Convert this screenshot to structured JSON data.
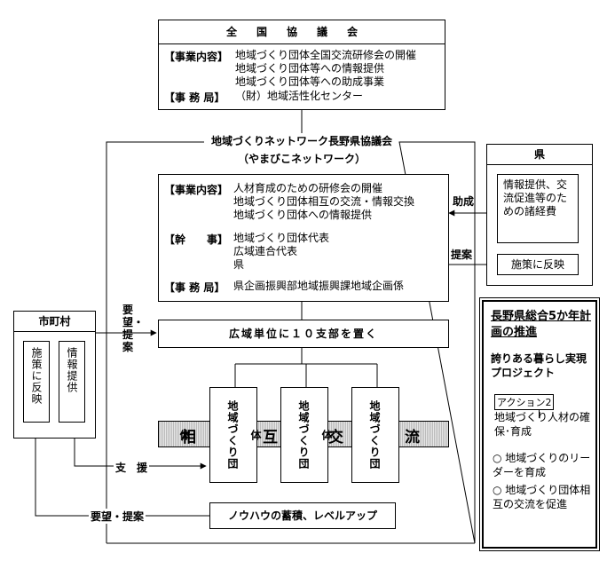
{
  "national": {
    "title": "全国協議会",
    "business_label": "【事業内容】",
    "business_items": [
      "地域づくり団体全国交流研修会の開催",
      "地域づくり団体等への情報提供",
      "地域づくり団体等への助成事業"
    ],
    "office_label": "【事 務 局】",
    "office_value": "（財）地域活性化センター"
  },
  "network": {
    "title": "地域づくりネットワーク長野県協議会",
    "subtitle": "（やまびこネットワーク）",
    "business_label": "【事業内容】",
    "business_items": [
      "人材育成のための研修会の開催",
      "地域づくり団体相互の交流・情報交換",
      "地域づくり団体への情報提供"
    ],
    "officers_label": "【幹　　事】",
    "officers_items": [
      "地域づくり団体代表",
      "広域連合代表",
      "県"
    ],
    "office_label": "【事 務 局】",
    "office_value": "県企画振興部地域振興課地域企画係"
  },
  "prefecture": {
    "title": "県",
    "support_box": "情報提供、交流促進等のための諸経費",
    "policy_box": "施策に反映",
    "grant_label": "助成",
    "proposal_label": "提案"
  },
  "municipality": {
    "title": "市町村",
    "col1": "施策に反映",
    "col2": "情報提供",
    "request_label_top": "要望・提案",
    "support_label": "支　援",
    "request_label_bottom": "要望・提案"
  },
  "branches": {
    "label": "広域単位に１０支部を置く",
    "groups": [
      "地域づくり団体",
      "地域づくり団体",
      "地域づくり団体"
    ],
    "exchange_chars": [
      "相",
      "互",
      "交",
      "流"
    ],
    "knowhow": "ノウハウの蓄積、レベルアップ"
  },
  "plan": {
    "title": "長野県総合5か年計画の推進",
    "project": "誇りある暮らし実現プロジェクト",
    "action": "アクション2",
    "action_desc": "地域づくり人材の確保･育成",
    "items": [
      "○ 地域づくりのリーダーを育成",
      "○ 地域づくり団体相互の交流を促進"
    ]
  }
}
